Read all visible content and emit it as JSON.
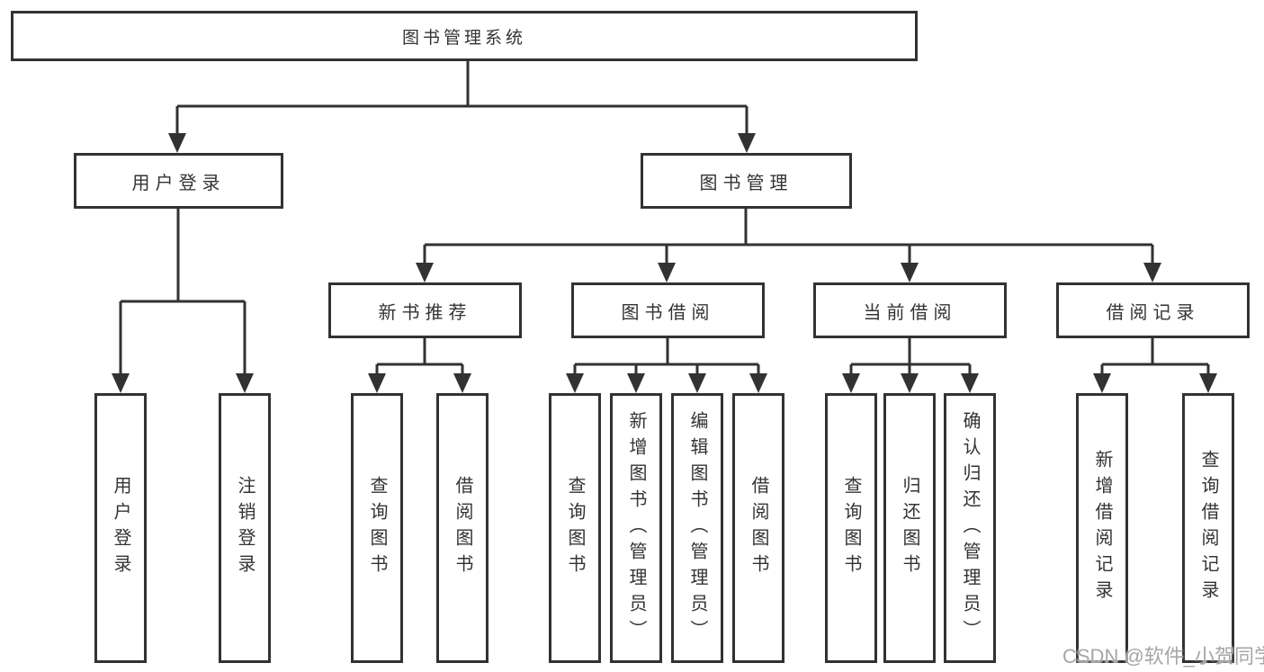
{
  "tree": {
    "label": "图书管理系统",
    "children": [
      {
        "label": "用户登录",
        "children": [
          {
            "label": "用户登录"
          },
          {
            "label": "注销登录"
          }
        ]
      },
      {
        "label": "图书管理",
        "children": [
          {
            "label": "新书推荐",
            "children": [
              {
                "label": "查询图书"
              },
              {
                "label": "借阅图书"
              }
            ]
          },
          {
            "label": "图书借阅",
            "children": [
              {
                "label": "查询图书"
              },
              {
                "label": "新增图书（管理员）"
              },
              {
                "label": "编辑图书（管理员）"
              },
              {
                "label": "借阅图书"
              }
            ]
          },
          {
            "label": "当前借阅",
            "children": [
              {
                "label": "查询图书"
              },
              {
                "label": "归还图书"
              },
              {
                "label": "确认归还（管理员）"
              }
            ]
          },
          {
            "label": "借阅记录",
            "children": [
              {
                "label": "新增借阅记录"
              },
              {
                "label": "查询借阅记录"
              }
            ]
          }
        ]
      }
    ]
  },
  "watermark": {
    "text": "CSDN @软件_小贺同学"
  },
  "colors": {
    "line": "#323232",
    "box_border": "#323232",
    "text": "#333333",
    "background": "#ffffff",
    "watermark": "#a6a6a6"
  }
}
